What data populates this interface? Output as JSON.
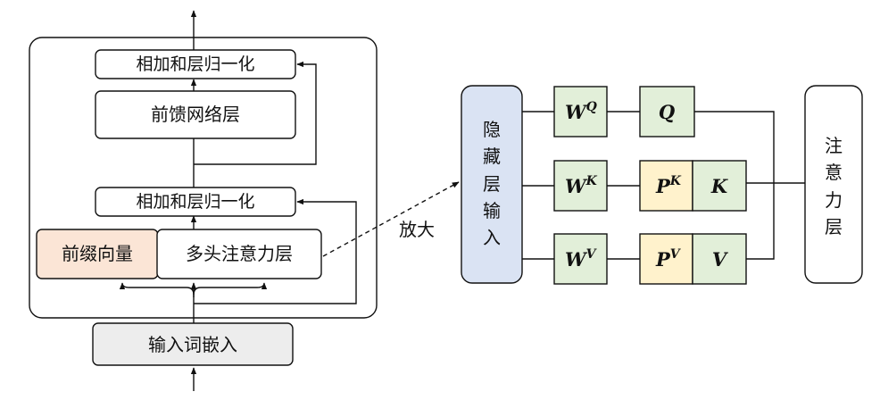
{
  "left_block": {
    "add_norm_top": "相加和层归一化",
    "ffn": "前馈网络层",
    "add_norm_mid": "相加和层归一化",
    "prefix_vector": "前缀向量",
    "mha": "多头注意力层",
    "input_embed": "输入词嵌入"
  },
  "zoom_label": "放大",
  "hidden_input": [
    "隐",
    "藏",
    "层",
    "输",
    "入"
  ],
  "attention_layer": [
    "注",
    "意",
    "力",
    "层"
  ],
  "weights": {
    "wq": {
      "base": "W",
      "sup": "Q"
    },
    "wk": {
      "base": "W",
      "sup": "K"
    },
    "wv": {
      "base": "W",
      "sup": "V"
    }
  },
  "vectors": {
    "q": "Q",
    "pk": {
      "base": "P",
      "sup": "K"
    },
    "k": "K",
    "pv": {
      "base": "P",
      "sup": "V"
    },
    "v": "V"
  },
  "colors": {
    "green": "#e2efd9",
    "yellow": "#fff2cc",
    "blue": "#dae3f3",
    "pink": "#fbe5d6",
    "gray": "#ededed"
  }
}
